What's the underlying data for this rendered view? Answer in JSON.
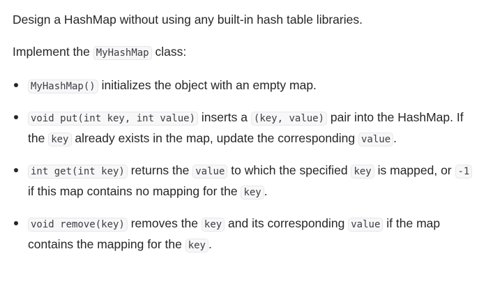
{
  "intro": "Design a HashMap without using any built-in hash table libraries.",
  "implement": {
    "prefix": "Implement the ",
    "class_name": "MyHashMap",
    "suffix": " class:"
  },
  "methods": [
    {
      "signature": "MyHashMap()",
      "text1": " initializes the object with an empty map."
    },
    {
      "signature": "void put(int key, int value)",
      "text1": " inserts a ",
      "code1": "(key, value)",
      "text2": " pair into the HashMap. If the ",
      "code2": "key",
      "text3": " already exists in the map, update the corresponding ",
      "code3": "value",
      "text4": "."
    },
    {
      "signature": "int get(int key)",
      "text1": " returns the ",
      "code1": "value",
      "text2": " to which the specified ",
      "code2": "key",
      "text3": " is mapped, or ",
      "code3": "-1",
      "text4": " if this map contains no mapping for the ",
      "code4": "key",
      "text5": "."
    },
    {
      "signature": "void remove(key)",
      "text1": " removes the ",
      "code1": "key",
      "text2": " and its corresponding ",
      "code2": "value",
      "text3": " if the map contains the mapping for the ",
      "code3": "key",
      "text4": "."
    }
  ]
}
